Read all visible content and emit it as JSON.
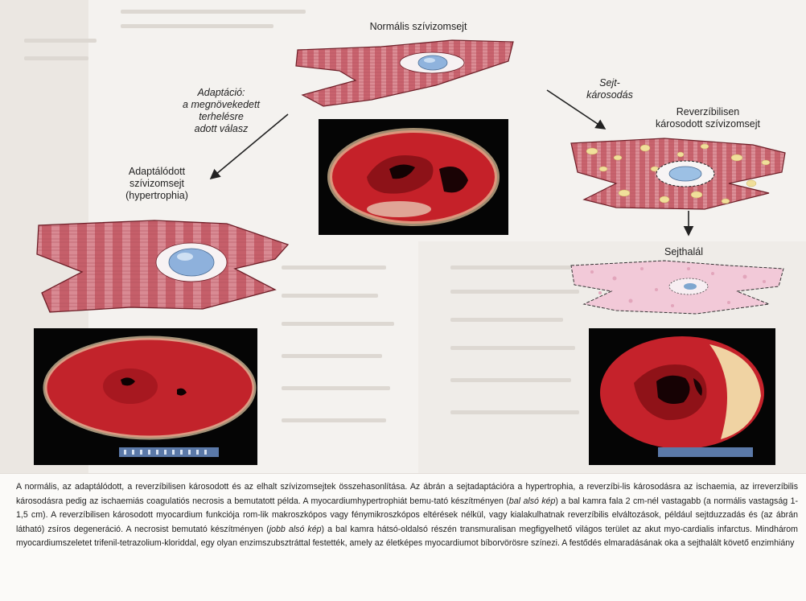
{
  "labels": {
    "normal": "Normális szívizomsejt",
    "adaptation_1": "Adaptáció:",
    "adaptation_2": "a megnövekedett",
    "adaptation_3": "terhelésre",
    "adaptation_4": "adott válasz",
    "adapted_1": "Adaptálódott",
    "adapted_2": "szívizomsejt",
    "adapted_3": "(hypertrophia)",
    "injury_1": "Sejt-",
    "injury_2": "károsodás",
    "reversible_1": "Reverzíbilisen",
    "reversible_2": "károsodott szívizomsejt",
    "death": "Sejthalál"
  },
  "caption": {
    "p1": "A normális, az adaptálódott, a reverzíbilisen károsodott és az elhalt szívizomsejtek összehasonlítása. Az ábrán a sejtadaptációra a hypertrophia, a reverzíbi-lis károsodásra az ischaemia, az irreverzíbilis károsodásra pedig az ischaemiás coagulatiós necrosis a bemutatott példa. A myocardiumhypertrophiát bemu-tató készítményen (",
    "em1": "bal alsó kép",
    "p2": ") a bal kamra fala 2 cm-nél vastagabb (a normális vastagság 1-1,5 cm). A reverzíbilisen károsodott myocardium funkciója rom-lik makroszkópos vagy fénymikroszkópos eltérések nélkül, vagy kialakulhatnak reverzíbilis elváltozások, például sejtduzzadás és (az ábrán látható) zsíros degeneráció. A necrosist bemutató készítményen (",
    "em2": "jobb alsó kép",
    "p3": ") a bal kamra hátsó-oldalsó részén transmuralisan megfigyelhető világos terület az akut myo-cardialis infarctus. Mindhárom myocardiumszeletet trifenil-tetrazolium-kloriddal, egy olyan enzimszubsztráttal festették, amely az életképes myocardiumot bíborvörösre színezi. A festődés elmaradásának oka a sejthalált követő enzimhiány"
  },
  "colors": {
    "muscle": "#c9636e",
    "muscle_light": "#e3a2a8",
    "muscle_dark": "#8a2a36",
    "nucleus": "#a9c6e6",
    "fat": "#f2e2a0",
    "dead_cell": "#f1c7d6",
    "heart_red": "#c8242c"
  }
}
